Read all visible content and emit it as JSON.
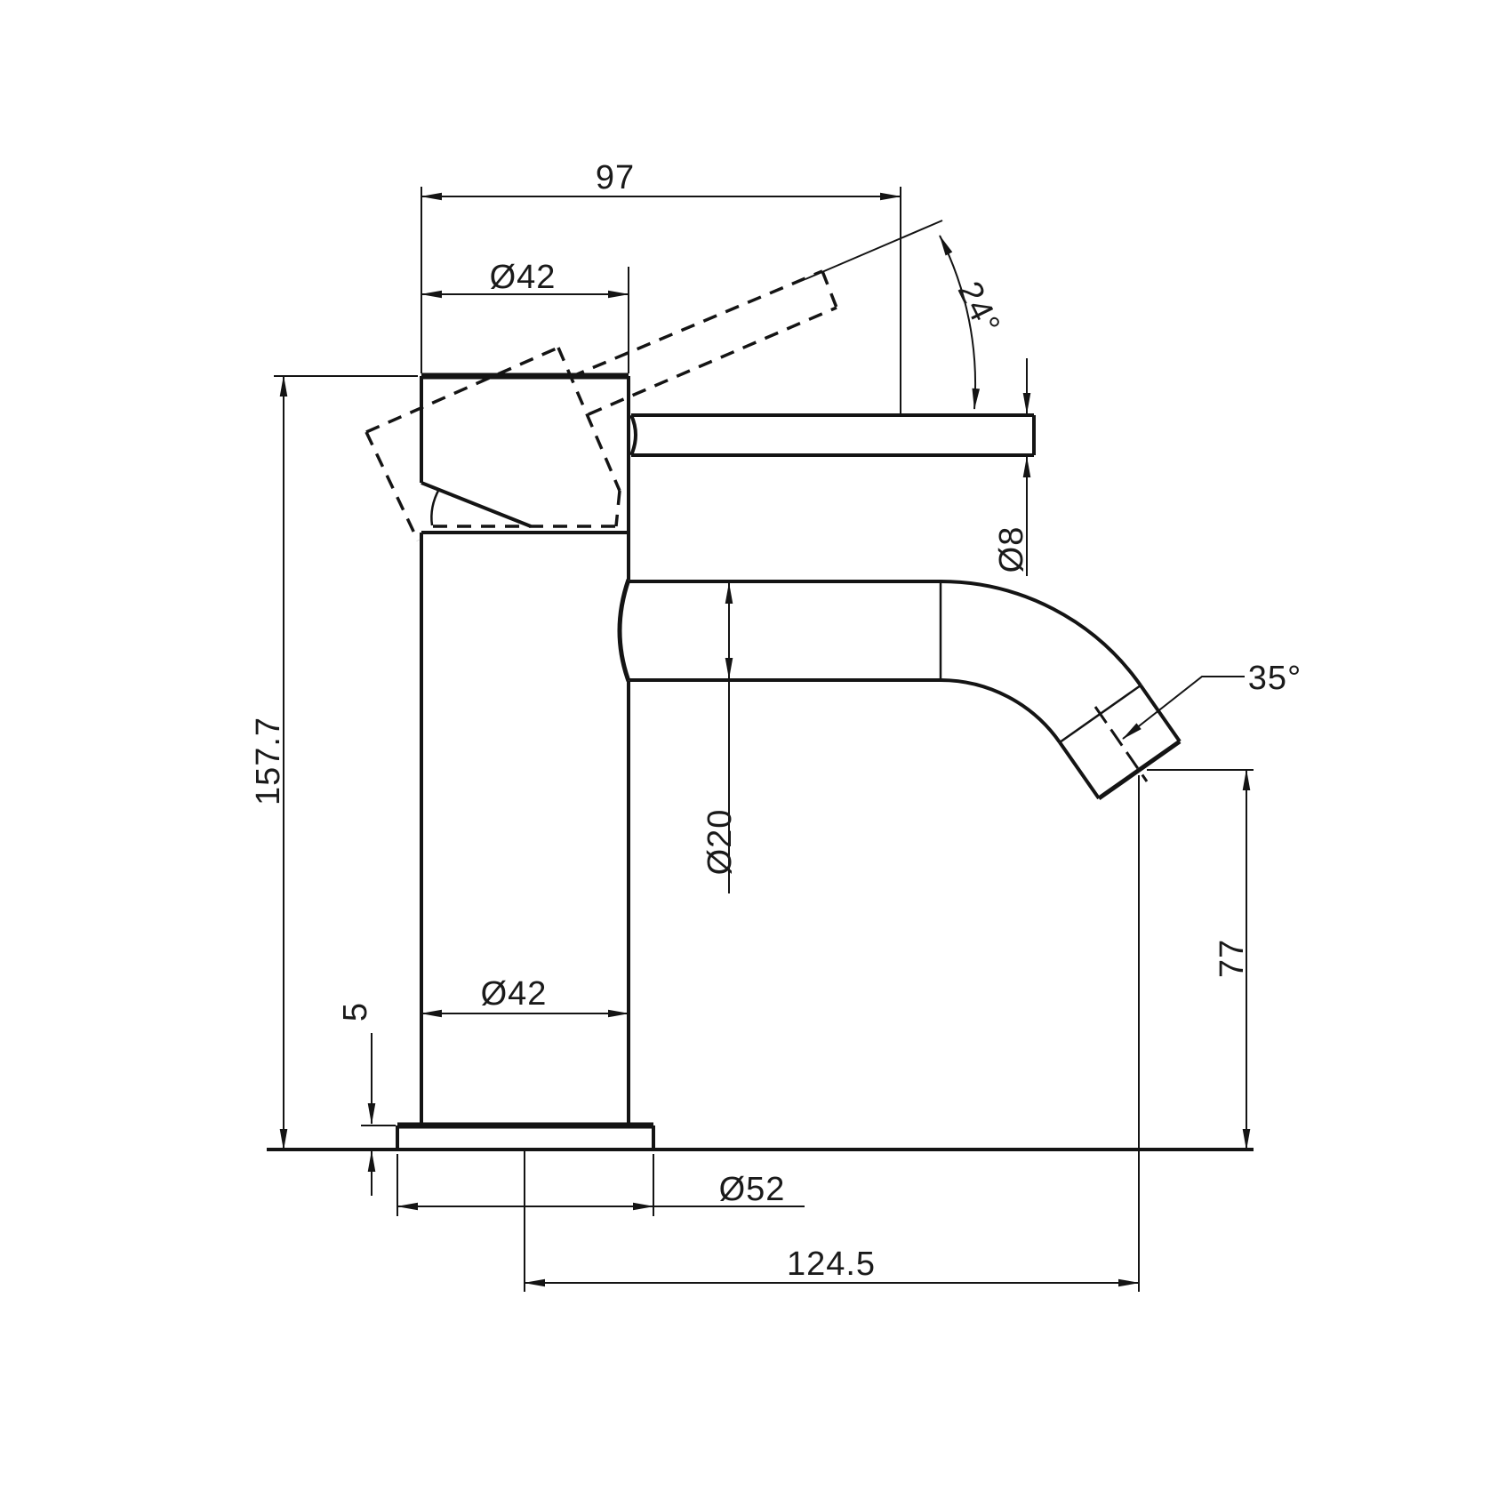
{
  "title": "Basin mixer tap - dimensioned side elevation",
  "colors": {
    "line": "#141414",
    "background": "#ffffff"
  },
  "dimensions": {
    "spout_projection_top": "97",
    "head_diameter": "Ø42",
    "handle_open_angle": "24°",
    "handle_rod_diameter": "Ø8",
    "spout_tube_diameter": "Ø20",
    "outlet_angle": "35°",
    "overall_height": "157.7",
    "body_diameter": "Ø42",
    "base_plate_height": "5",
    "outlet_height": "77",
    "base_diameter": "Ø52",
    "spout_reach": "124.5"
  }
}
